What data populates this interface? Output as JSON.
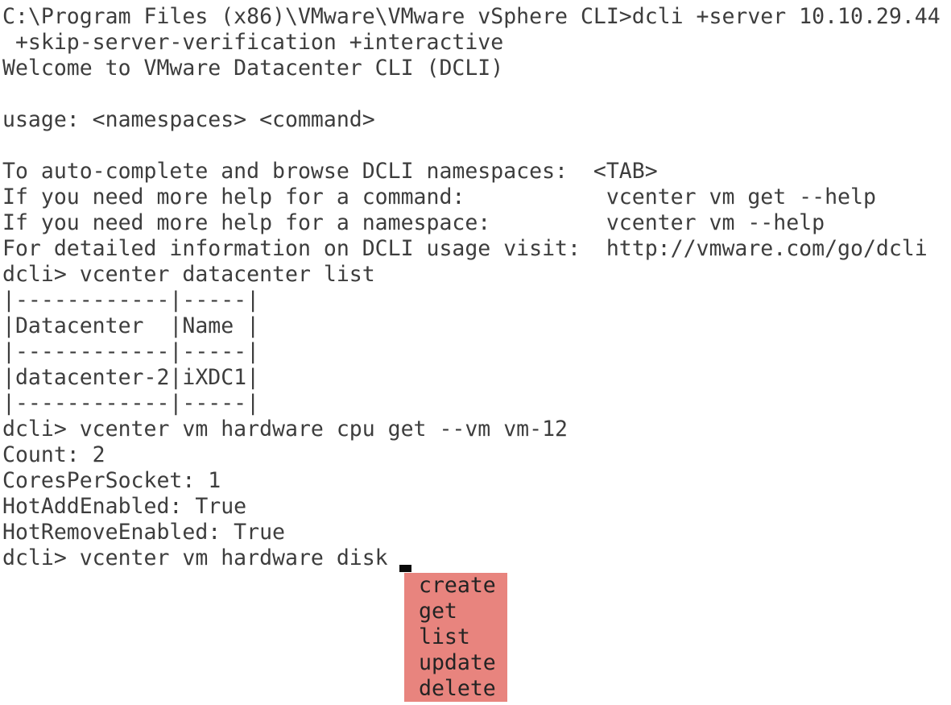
{
  "window": {
    "background_color": "#ffffff"
  },
  "terminal": {
    "text_color": "#3d3d3d",
    "cursor_color": "#0a0a0a",
    "prompt": "dcli>",
    "lines": [
      "C:\\Program Files (x86)\\VMware\\VMware vSphere CLI>dcli +server 10.10.29.44",
      " +skip-server-verification +interactive",
      "Welcome to VMware Datacenter CLI (DCLI)",
      "",
      "usage: <namespaces> <command>",
      "",
      "To auto-complete and browse DCLI namespaces:  <TAB>",
      "If you need more help for a command:           vcenter vm get --help",
      "If you need more help for a namespace:         vcenter vm --help",
      "For detailed information on DCLI usage visit:  http://vmware.com/go/dcli",
      "dcli> vcenter datacenter list",
      "|------------|-----|",
      "|Datacenter  |Name |",
      "|------------|-----|",
      "|datacenter-2|iXDC1|",
      "|------------|-----|",
      "dcli> vcenter vm hardware cpu get --vm vm-12",
      "Count: 2",
      "CoresPerSocket: 1",
      "HotAddEnabled: True",
      "HotRemoveEnabled: True",
      "dcli> vcenter vm hardware disk "
    ]
  },
  "datacenter_table": {
    "columns": [
      "Datacenter",
      "Name"
    ],
    "rows": [
      [
        "datacenter-2",
        "iXDC1"
      ]
    ]
  },
  "cpu_output": {
    "Count": "2",
    "CoresPerSocket": "1",
    "HotAddEnabled": "True",
    "HotRemoveEnabled": "True"
  },
  "autocomplete": {
    "background_color": "#e8847e",
    "text_color": "#232323",
    "items": [
      "create",
      "get",
      "list",
      "update",
      "delete"
    ]
  }
}
